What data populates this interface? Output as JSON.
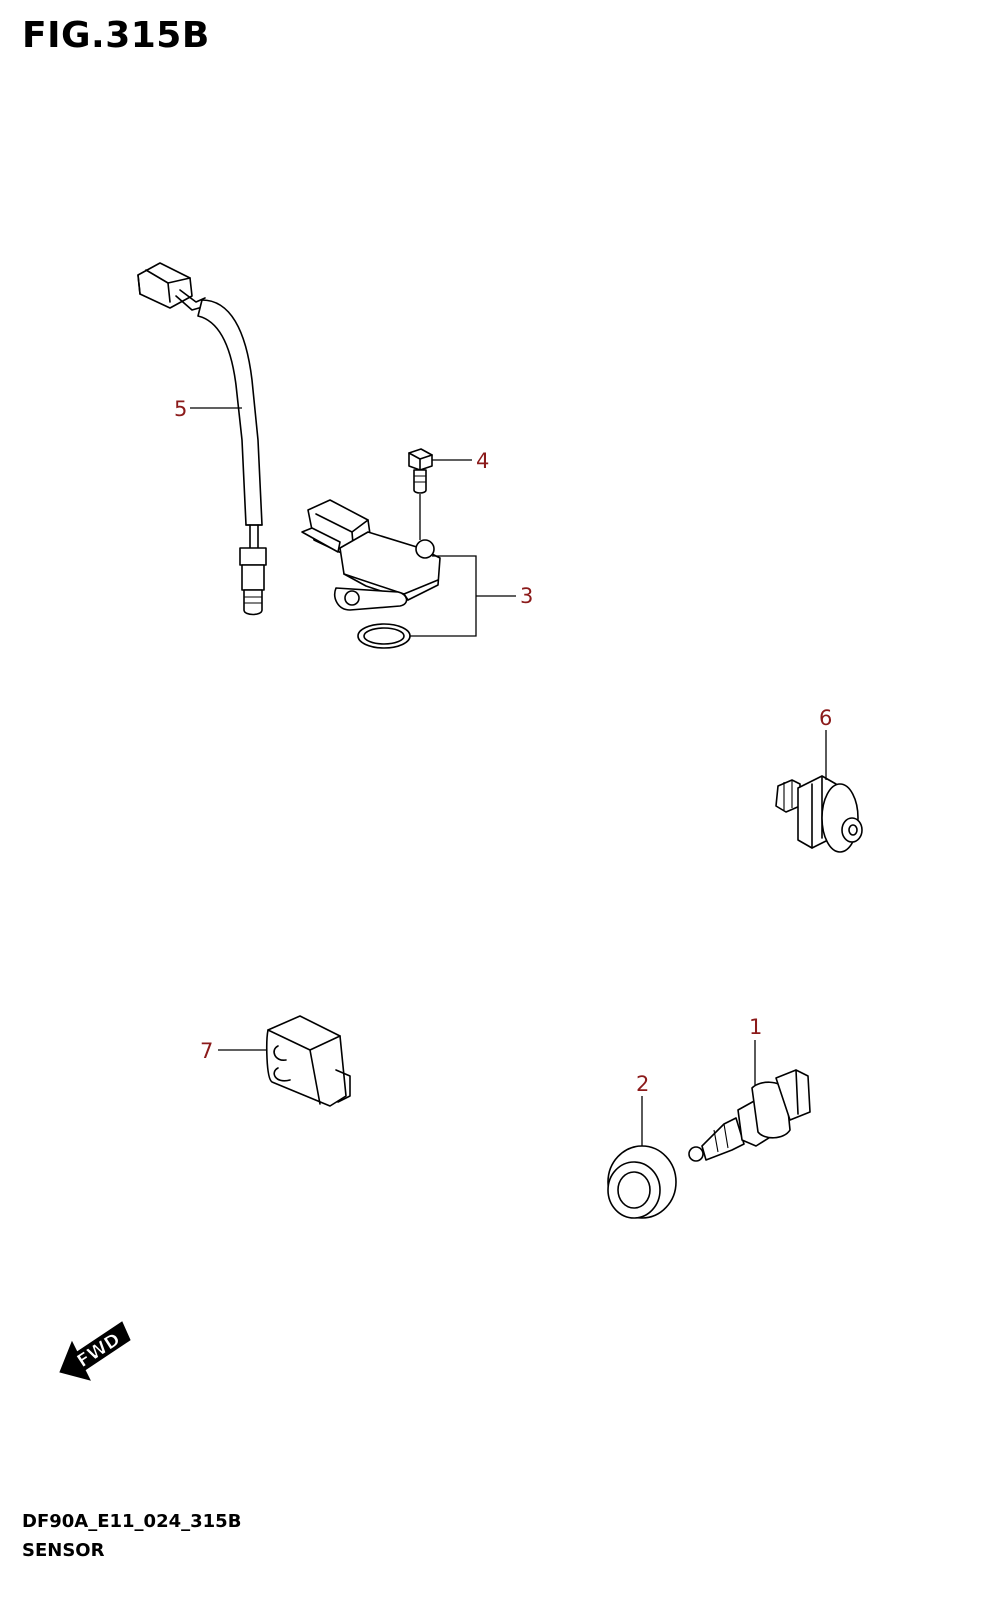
{
  "figure": {
    "title": "FIG.315B",
    "code": "DF90A_E11_024_315B",
    "name": "SENSOR"
  },
  "callouts": [
    "1",
    "2",
    "3",
    "4",
    "5",
    "6",
    "7"
  ],
  "direction_label": "FWD",
  "colors": {
    "callout": "#8b1a1a",
    "line": "#000000",
    "background": "#ffffff"
  }
}
